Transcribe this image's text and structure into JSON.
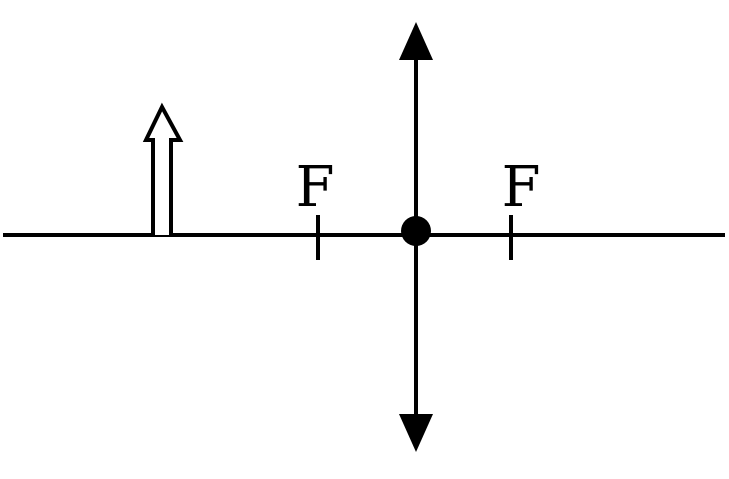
{
  "diagram": {
    "labels": {
      "left_focus": "F",
      "right_focus": "F"
    },
    "elements": {
      "principal_axis": "line",
      "lens": "converging-lens-icon",
      "object": "hollow-upright-arrow",
      "optical_center": "filled-dot"
    },
    "colors": {
      "stroke": "#000000",
      "background": "#ffffff"
    }
  }
}
